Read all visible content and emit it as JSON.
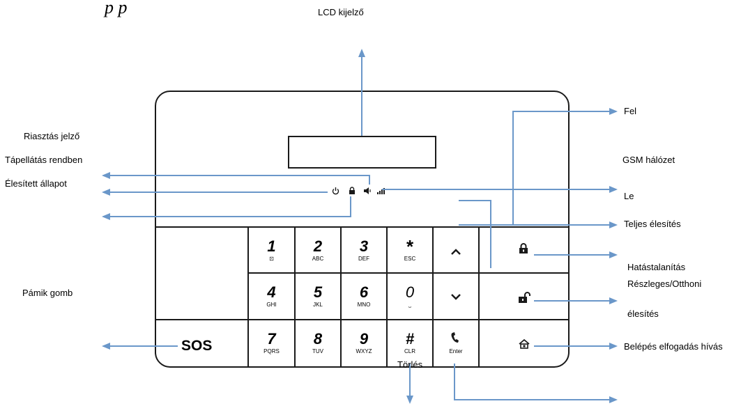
{
  "labels": {
    "lcd": "LCD kijelző",
    "fel": "Fel",
    "riasztas": "Riasztás jelző",
    "tapellatas": "Tápellátás rendben",
    "gsm": "GSM hálózet",
    "elesitett": "Élesített állapot",
    "le": "Le",
    "teljes": "Teljes élesítés",
    "hatastalanitas": "Hatástalanítás",
    "reszleges": "Részleges/Otthoni",
    "pamik": "Pámik gomb",
    "elesites": "élesítés",
    "belepes": "Belépés elfogadás hívás",
    "torles": "Törlés",
    "partial_title": "p p"
  },
  "keypad": {
    "sos": "SOS",
    "keys": [
      {
        "digit": "1",
        "sub": "⊡"
      },
      {
        "digit": "2",
        "sub": "ABC"
      },
      {
        "digit": "3",
        "sub": "DEF"
      },
      {
        "digit": "*",
        "sub": "ESC"
      },
      {
        "digit": "4",
        "sub": "GHI"
      },
      {
        "digit": "5",
        "sub": "JKL"
      },
      {
        "digit": "6",
        "sub": "MNO"
      },
      {
        "digit": "0",
        "sub": "⎵"
      },
      {
        "digit": "7",
        "sub": "PQRS"
      },
      {
        "digit": "8",
        "sub": "TUV"
      },
      {
        "digit": "9",
        "sub": "WXYZ"
      },
      {
        "digit": "#",
        "sub": "CLR"
      },
      {
        "digit": "",
        "sub": "Enter"
      }
    ]
  },
  "icons": {
    "power": "power-icon",
    "lock": "lock-icon",
    "speaker": "speaker-icon",
    "signal": "signal-icon",
    "up": "chevron-up-icon",
    "down": "chevron-down-icon",
    "phone": "phone-icon",
    "arm_lock": "lock-icon",
    "disarm": "unlock-icon",
    "home": "home-icon"
  },
  "colors": {
    "arrow": "#6a97c9",
    "panel": "#1a1a1a"
  }
}
